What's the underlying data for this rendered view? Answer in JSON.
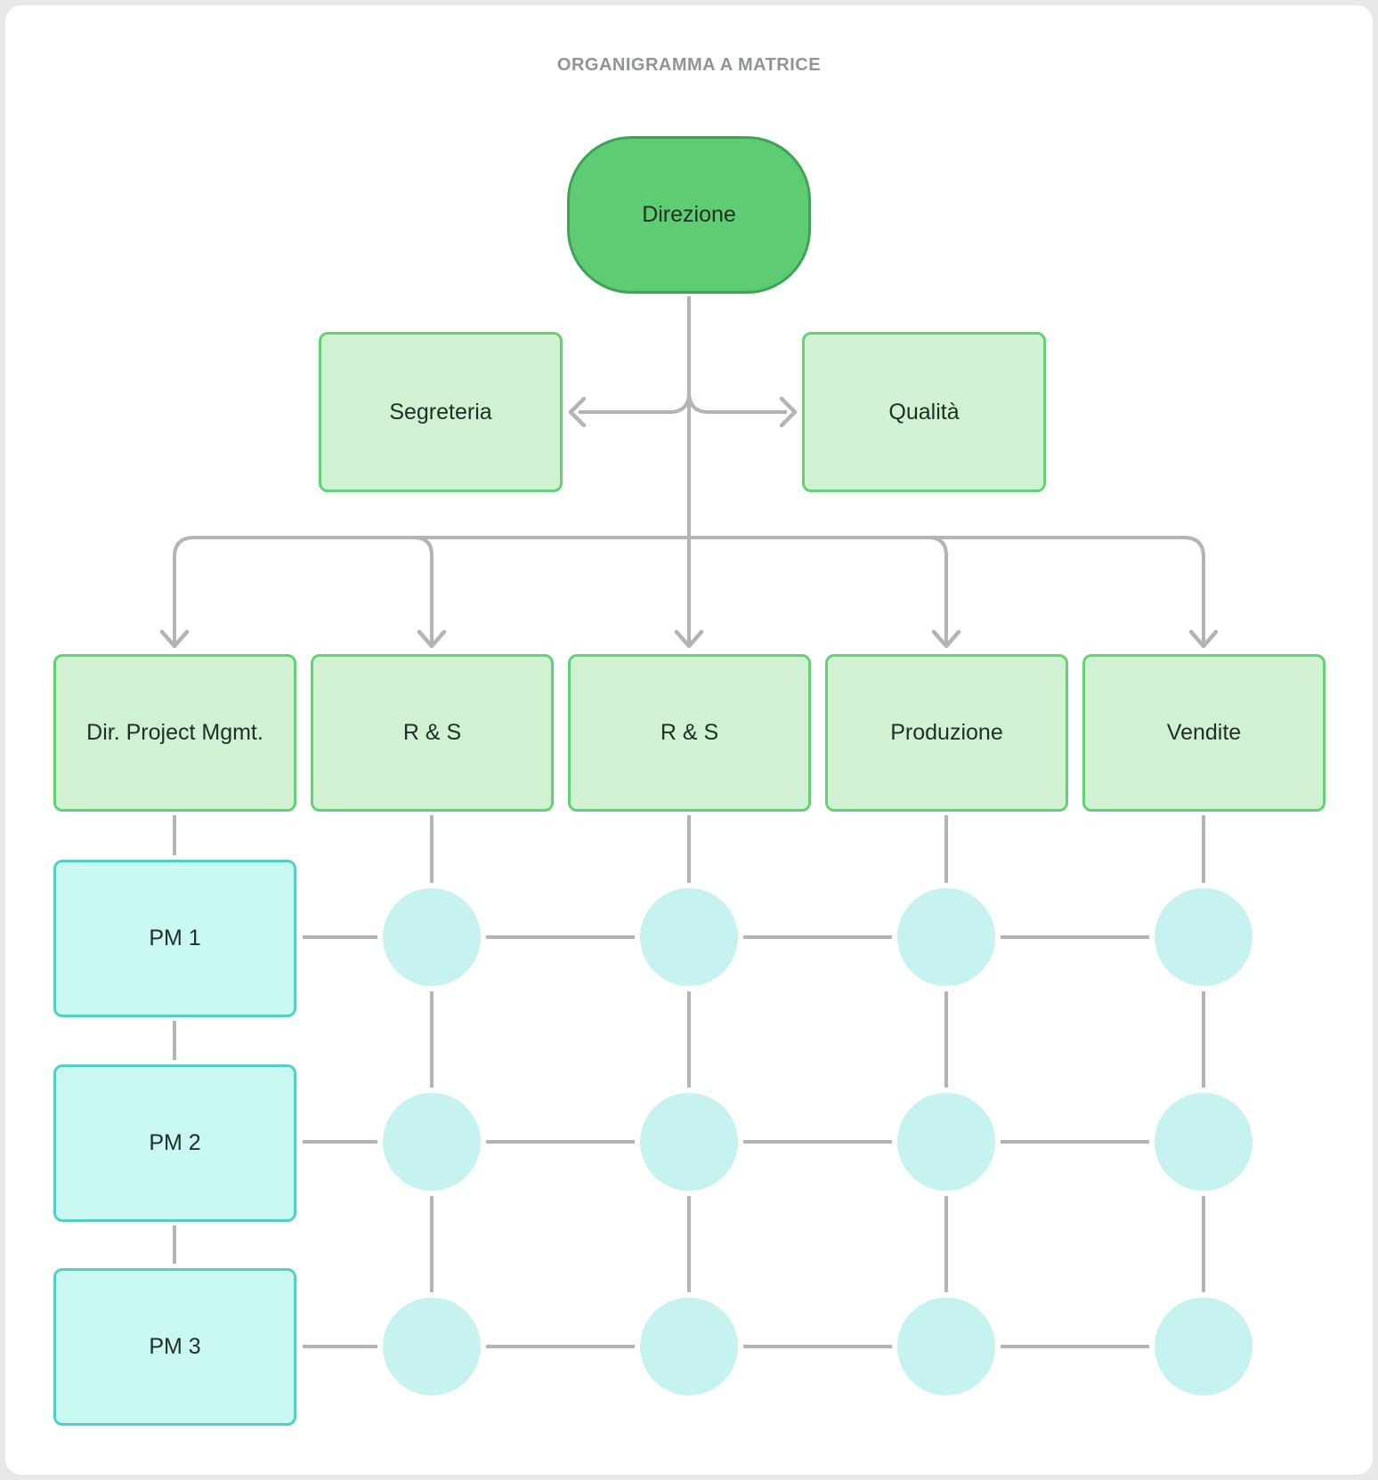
{
  "title": "ORGANIGRAMMA A MATRICE",
  "diagram": {
    "direzione": "Direzione",
    "segreteria": "Segreteria",
    "qualita": "Qualità",
    "departments": [
      "Dir. Project Mgmt.",
      "R & S",
      "R & S",
      "Produzione",
      "Vendite"
    ],
    "pms": [
      "PM 1",
      "PM 2",
      "PM 3"
    ],
    "matrix": {
      "rows": 3,
      "cols": 4
    }
  },
  "colors": {
    "root_green_fill": "#5ecc72",
    "root_green_border": "#3ea355",
    "light_green_fill": "#d0f2d3",
    "green_border": "#62d374",
    "cyan_fill": "#c9f8f3",
    "cyan_border": "#52d0c5",
    "circle_fill": "#c6f2f0",
    "connector_gray": "#b3b5b4",
    "title_gray": "#8f9496",
    "node_text": "#222f27",
    "canvas_white": "#ffffff",
    "backdrop_gray": "#e7e9e8"
  }
}
